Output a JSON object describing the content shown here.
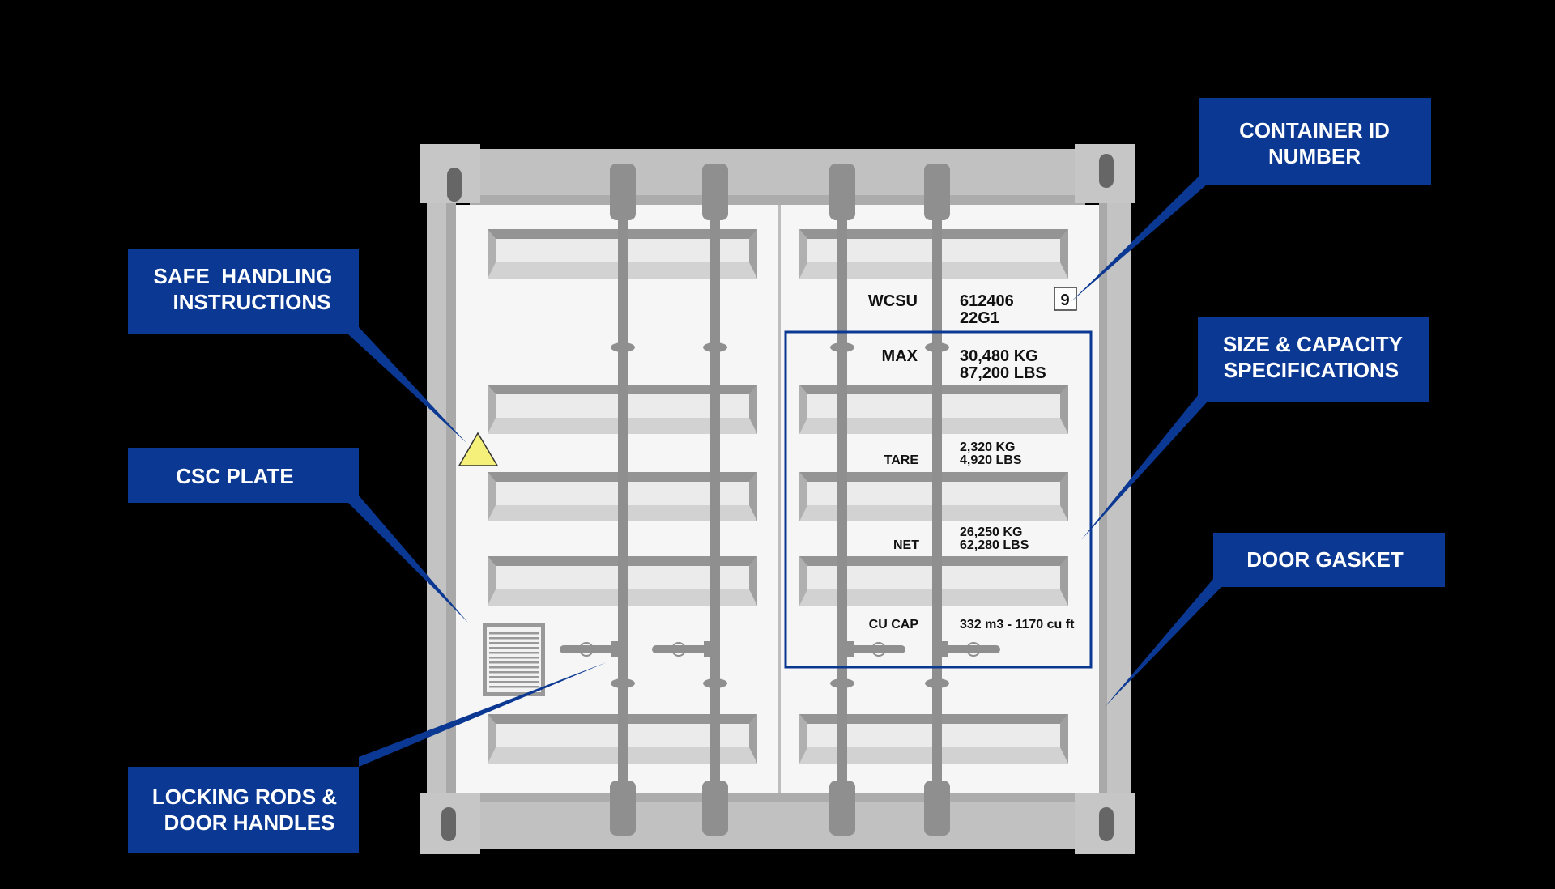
{
  "colors": {
    "label_blue": "#0b3893",
    "background": "#000000",
    "door": "#f6f6f6",
    "frame": "#c3c3c3",
    "rod": "#8f8f8f"
  },
  "labels": {
    "container_id": [
      "CONTAINER ID",
      "NUMBER"
    ],
    "safe_handling": [
      "SAFE  HANDLING",
      "INSTRUCTIONS"
    ],
    "csc_plate": [
      "CSC PLATE"
    ],
    "locking_rods": [
      "LOCKING RODS &",
      "DOOR HANDLES"
    ],
    "size_capacity": [
      "SIZE & CAPACITY",
      "SPECIFICATIONS"
    ],
    "door_gasket": [
      "DOOR GASKET"
    ]
  },
  "markings": {
    "owner_code": "WCSU",
    "serial": "612406",
    "size_type": "22G1",
    "check_digit": "9",
    "max_label": "MAX",
    "max_kg": "30,480 KG",
    "max_lbs": "87,200 LBS",
    "tare_label": "TARE",
    "tare_kg": "2,320 KG",
    "tare_lbs": "4,920 LBS",
    "net_label": "NET",
    "net_kg": "26,250 KG",
    "net_lbs": "62,280 LBS",
    "cucap_label": "CU CAP",
    "cucap_value": "332 m3 - 1170 cu ft"
  }
}
